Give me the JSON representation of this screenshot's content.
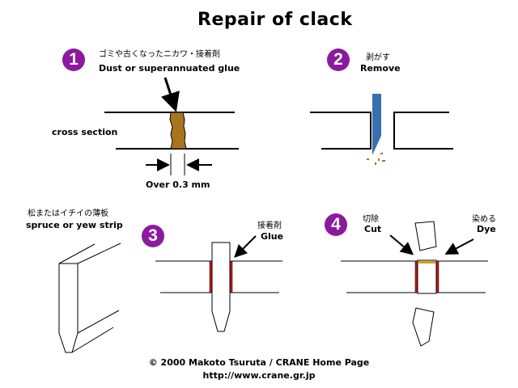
{
  "title": "Repair of clack",
  "colors": {
    "badge": "#8b1a9e",
    "old_glue": "#a8741e",
    "knife": "#3a6fae",
    "new_glue": "#c41818",
    "dye": "#d4a017"
  },
  "steps": [
    {
      "number": "1",
      "label_jp": "ゴミや古くなったニカワ・接着剤",
      "label_en": "Dust or superannuated glue",
      "side_label": "cross section",
      "dimension_label": "Over 0.3 mm"
    },
    {
      "number": "2",
      "label_jp": "剥がす",
      "label_en": "Remove"
    },
    {
      "number": "3",
      "strip_label_jp": "松またはイチイの薄板",
      "strip_label_en": "spruce or yew strip",
      "glue_label_jp": "接着剤",
      "glue_label_en": "Glue"
    },
    {
      "number": "4",
      "cut_label_jp": "切除",
      "cut_label_en": "Cut",
      "dye_label_jp": "染める",
      "dye_label_en": "Dye"
    }
  ],
  "footer": {
    "copyright": "© 2000 Makoto Tsuruta / CRANE Home Page",
    "url": "http://www.crane.gr.jp"
  }
}
